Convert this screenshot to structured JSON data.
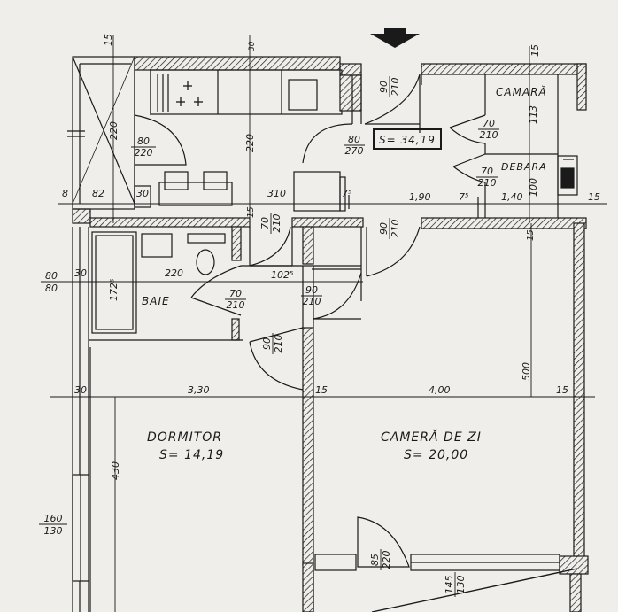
{
  "rooms": {
    "camara": "CAMARĂ",
    "debara": "DEBARA",
    "baie": "BAIE",
    "dormitor": "DORMITOR",
    "dormitor_area": "S= 14,19",
    "camera_de_zi": "CAMERĂ DE ZI",
    "camera_de_zi_area": "S= 20,00",
    "hall_area": "S= 34,19"
  },
  "doors": {
    "entrance_top": [
      "90",
      "210"
    ],
    "kitchen": [
      "80",
      "220"
    ],
    "hall_inner": [
      "80",
      "270"
    ],
    "camara": [
      "70",
      "210"
    ],
    "debara": [
      "70",
      "210"
    ],
    "wc": [
      "70",
      "210"
    ],
    "hall_mid": [
      "90",
      "210"
    ],
    "baie": [
      "70",
      "210"
    ],
    "dormitor_upper": [
      "90",
      "210"
    ],
    "dormitor": [
      "90",
      "210"
    ],
    "balcony": [
      "85",
      "220"
    ],
    "right_window": [
      "145",
      "130"
    ],
    "left_window": [
      "160",
      "130"
    ],
    "window_left_top": [
      "80",
      "80"
    ]
  },
  "dims": {
    "d15_top": "15",
    "d30_top": "30",
    "d15_top_right": "15",
    "d220_left": "220",
    "d220_kitchen": "220",
    "d113": "113",
    "d8": "8",
    "d82": "82",
    "d30_mid": "30",
    "d310": "310",
    "d7_5_a": "7⁵",
    "d190": "1,90",
    "d7_5_b": "7⁵",
    "d140": "1,40",
    "d100": "100",
    "d15_right": "15",
    "d15_wall": "15",
    "d15_wall2": "15",
    "d30_left": "30",
    "d172": "172⁵",
    "d220_bath": "220",
    "d102": "102⁵",
    "d30_lower": "30",
    "d330": "3,30",
    "d15_lower": "15",
    "d400": "4,00",
    "d15_lower_right": "15",
    "d500": "500",
    "d430": "430"
  },
  "colors": {
    "ink": "#1a1a1a",
    "paper": "#efeeea",
    "shade": "#dddbd6"
  },
  "north_arrow": "arrow-down-icon"
}
